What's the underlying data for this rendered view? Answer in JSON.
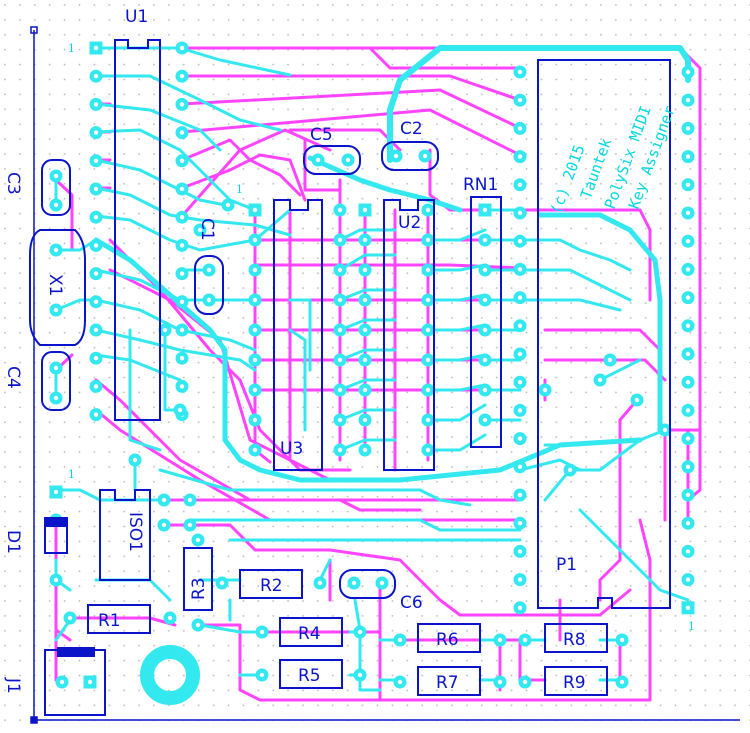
{
  "board": {
    "note_lines": [
      "(c) 2015",
      "Tauntek",
      "PolySix MIDI",
      "Key Assigner"
    ]
  },
  "labels": {
    "U1": "U1",
    "U2": "U2",
    "U3": "U3",
    "RN1": "RN1",
    "P1": "P1",
    "C1": "C1",
    "C2": "C2",
    "C3": "C3",
    "C4": "C4",
    "C5": "C5",
    "C6": "C6",
    "X1": "X1",
    "D1": "D1",
    "J1": "J1",
    "ISO1": "ISO1",
    "R1": "R1",
    "R2": "R2",
    "R3": "R3",
    "R4": "R4",
    "R5": "R5",
    "R6": "R6",
    "R7": "R7",
    "R8": "R8",
    "R9": "R9"
  },
  "pin_markers": [
    "1",
    "1",
    "1",
    "1"
  ],
  "colors": {
    "top_copper": "#ff44ff",
    "bottom_copper": "#33e8ee",
    "silkscreen": "#0a14c8",
    "grid_dot": "#b8b8b8",
    "background": "#ffffff"
  }
}
